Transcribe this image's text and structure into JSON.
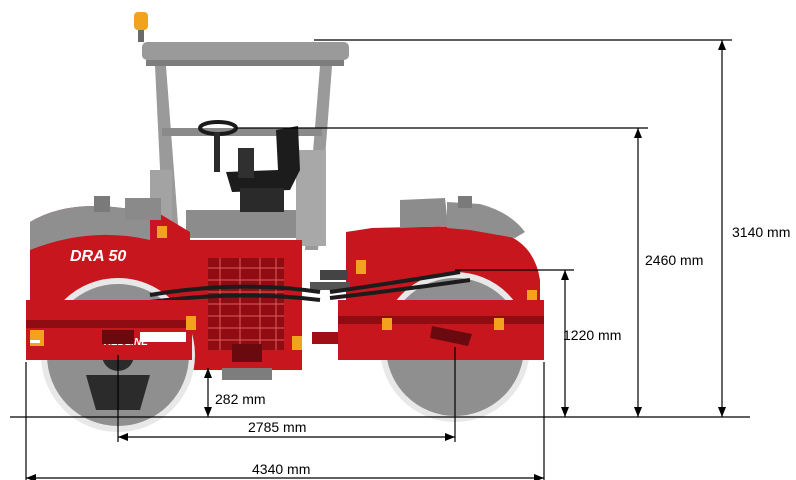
{
  "colors": {
    "body_red": "#c8161e",
    "dark_red": "#8e0c12",
    "drum_grey": "#8f8f8f",
    "frame_grey": "#9a9a9a",
    "beacon": "#f2a21c",
    "line": "#000000"
  },
  "machine": {
    "model": "DRA 50",
    "brand": "REDLINE"
  },
  "dimensions": {
    "total_height": "3140 mm",
    "seat_height": "2460 mm",
    "drum_height": "1220 mm",
    "ground_clearance": "282 mm",
    "wheelbase": "2785 mm",
    "total_length": "4340 mm"
  }
}
